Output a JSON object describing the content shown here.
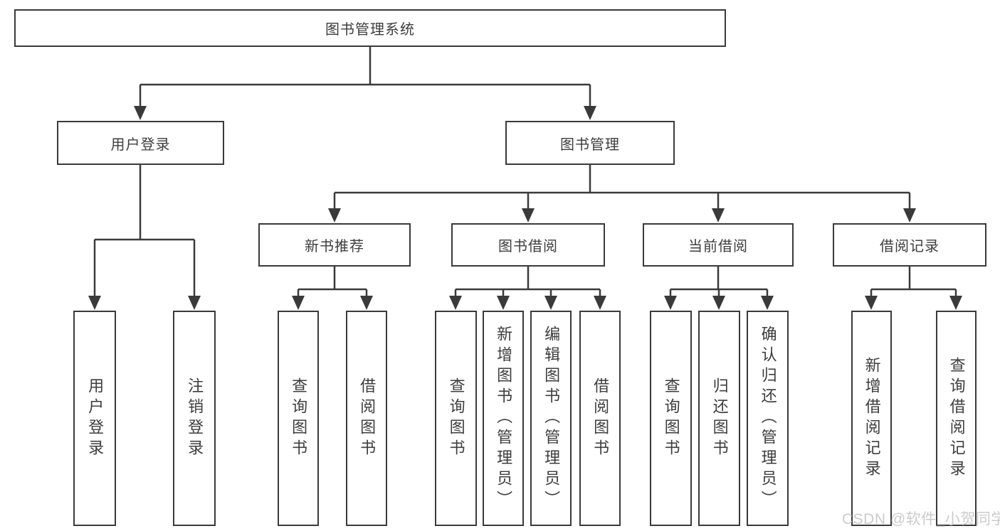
{
  "tree": {
    "root": "图书管理系统",
    "branches": [
      {
        "label": "用户登录",
        "children": [
          "用户登录",
          "注销登录"
        ]
      },
      {
        "label": "图书管理",
        "groups": [
          {
            "label": "新书推荐",
            "children": [
              "查询图书",
              "借阅图书"
            ]
          },
          {
            "label": "图书借阅",
            "children": [
              "查询图书",
              "新增图书（管理员）",
              "编辑图书（管理员）",
              "借阅图书"
            ]
          },
          {
            "label": "当前借阅",
            "children": [
              "查询图书",
              "归还图书",
              "确认归还（管理员）"
            ]
          },
          {
            "label": "借阅记录",
            "children": [
              "新增借阅记录",
              "查询借阅记录"
            ]
          }
        ]
      }
    ]
  },
  "watermark": {
    "text": "CSDN @软件_小贺同学"
  },
  "colors": {
    "line": "#3a3a3a",
    "box_border": "#3a3a3a",
    "box_background": "#ffffff",
    "text": "#3d3d3d",
    "watermark": "#c8c8c8"
  }
}
